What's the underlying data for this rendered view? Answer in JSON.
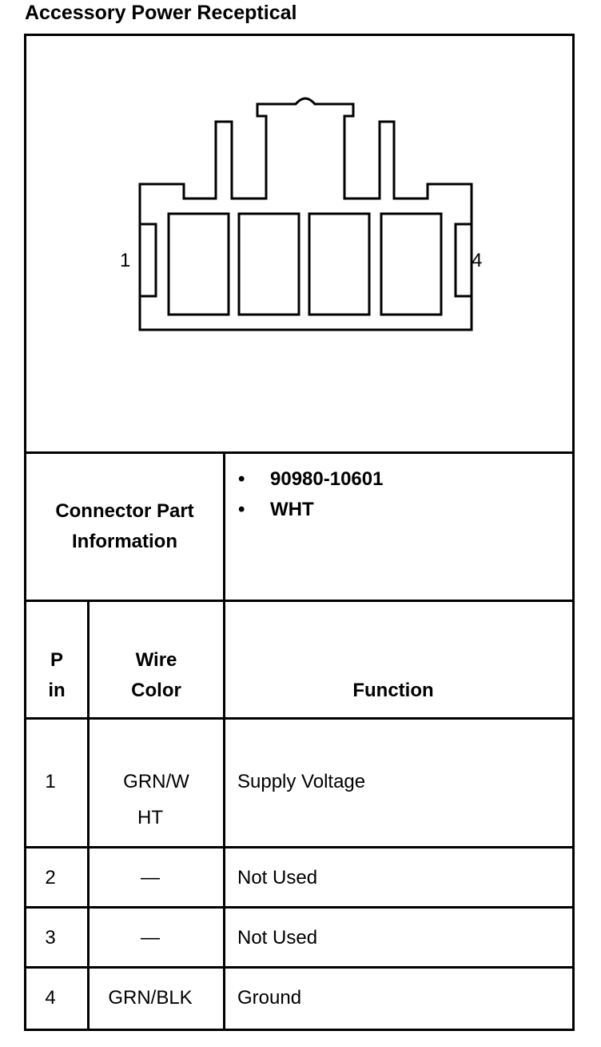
{
  "title": "Accessory Power Receptical",
  "diagram": {
    "pin_left_label": "1",
    "pin_right_label": "4"
  },
  "connector_info": {
    "label_line1": "Connector Part",
    "label_line2": "Information",
    "items": [
      "90980-10601",
      "WHT"
    ]
  },
  "table": {
    "headers": {
      "pin_line1": "P",
      "pin_line2": "in",
      "wire_line1": "Wire",
      "wire_line2": "Color",
      "function": "Function"
    },
    "rows": [
      {
        "pin": "1",
        "wire_line1": "GRN/W",
        "wire_line2": "HT",
        "function": "Supply Voltage"
      },
      {
        "pin": "2",
        "wire": "—",
        "function": "Not Used"
      },
      {
        "pin": "3",
        "wire": "—",
        "function": "Not Used"
      },
      {
        "pin": "4",
        "wire": "GRN/BLK",
        "function": "Ground"
      }
    ]
  }
}
